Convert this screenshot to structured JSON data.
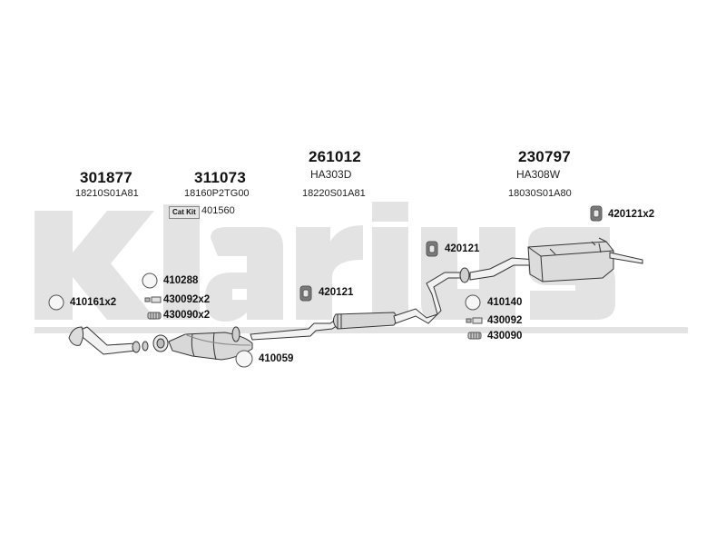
{
  "watermark": {
    "text": "Klarius",
    "color": "#e3e3e3"
  },
  "assemblies": [
    {
      "number": "301877",
      "code": "18210S01A81"
    },
    {
      "number": "311073",
      "code": "18160P2TG00"
    },
    {
      "number": "261012",
      "subcode": "HA303D",
      "code": "18220S01A81"
    },
    {
      "number": "230797",
      "subcode": "HA308W",
      "code": "18030S01A80"
    }
  ],
  "cat_kit": {
    "badge": "Cat Kit",
    "code": "401560"
  },
  "fittings": {
    "f410288": "410288",
    "f430092x2": "430092x2",
    "f430090x2": "430090x2",
    "f410161x2": "410161x2",
    "f420121_mid": "420121",
    "f420121_top": "420121",
    "f420121x2": "420121x2",
    "f410059": "410059",
    "f410140": "410140",
    "f430092": "430092",
    "f430090": "430090"
  }
}
